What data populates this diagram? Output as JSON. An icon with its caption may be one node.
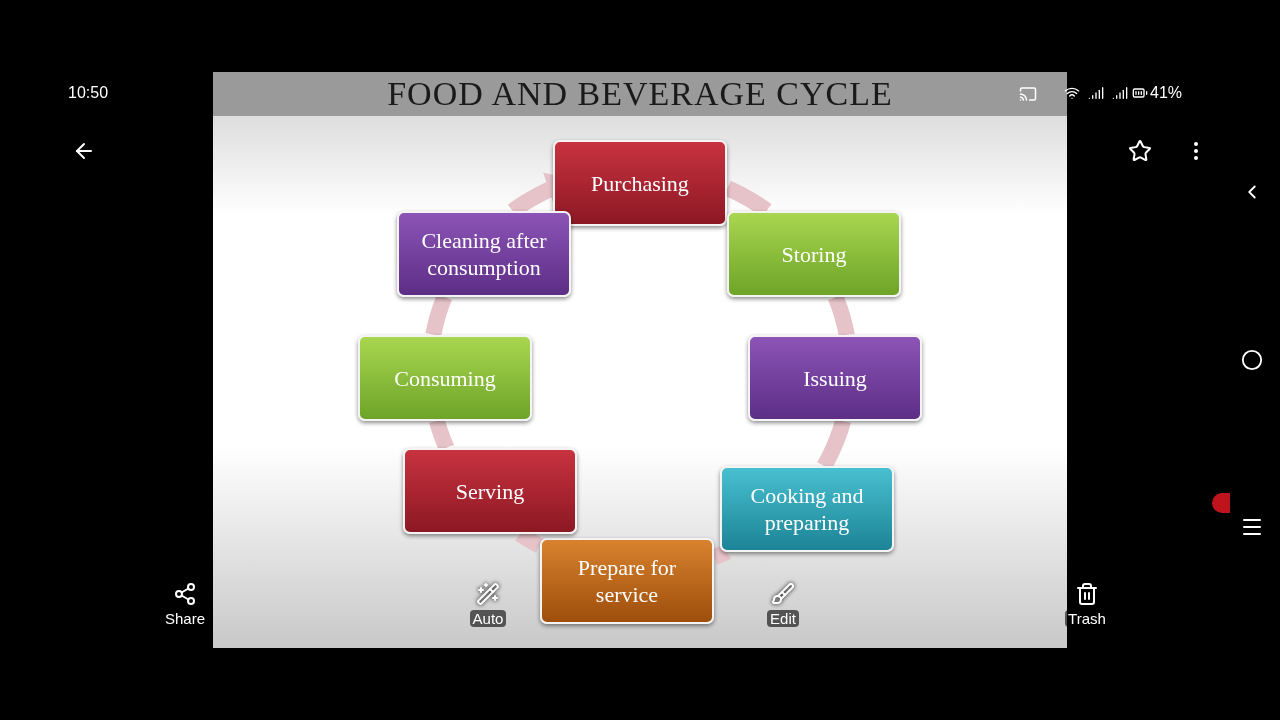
{
  "diagram": {
    "title": "FOOD AND BEVERAGE CYCLE",
    "nodes": [
      {
        "text": [
          "Purchasing"
        ]
      },
      {
        "text": [
          "Storing"
        ]
      },
      {
        "text": [
          "Issuing"
        ]
      },
      {
        "text": [
          "Cooking and preparing"
        ]
      },
      {
        "text": [
          "Prepare for service"
        ]
      },
      {
        "text": [
          "Serving"
        ]
      },
      {
        "text": [
          "Consuming"
        ]
      },
      {
        "text": [
          "Cleaning after consumption"
        ]
      }
    ],
    "edges": [
      {
        "from": 0,
        "to": 1,
        "arrow": "none"
      },
      {
        "from": 1,
        "to": 2,
        "arrow": "none"
      },
      {
        "from": 2,
        "to": 3,
        "arrow": "none"
      },
      {
        "from": 3,
        "to": 4,
        "arrow": "none"
      },
      {
        "from": 4,
        "to": 5,
        "arrow": "none"
      },
      {
        "from": 5,
        "to": 6,
        "arrow": "none"
      },
      {
        "from": 6,
        "to": 7,
        "arrow": "none"
      },
      {
        "from": 7,
        "to": 0,
        "arrow": "to"
      }
    ],
    "labels": [
      "10:50",
      "41%",
      "Share",
      "Auto",
      "Edit",
      "Trash"
    ]
  }
}
